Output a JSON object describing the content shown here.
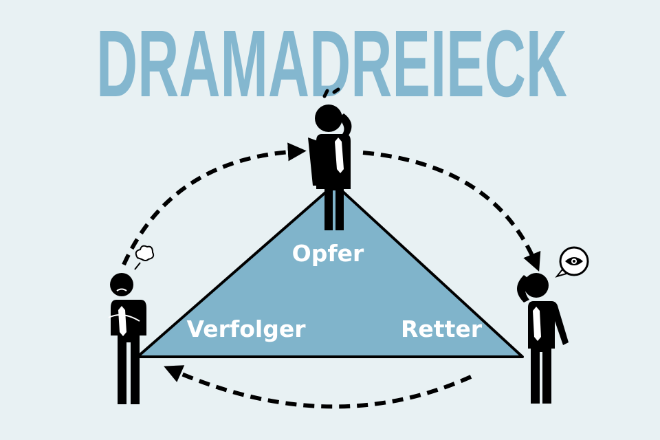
{
  "title": "DRAMADREIECK",
  "roles": {
    "top": "Opfer",
    "left": "Verfolger",
    "right": "Retter"
  },
  "colors": {
    "background": "#e8f1f3",
    "title": "#84b7cf",
    "triangle": "#80b4cb",
    "figure": "#000000"
  }
}
